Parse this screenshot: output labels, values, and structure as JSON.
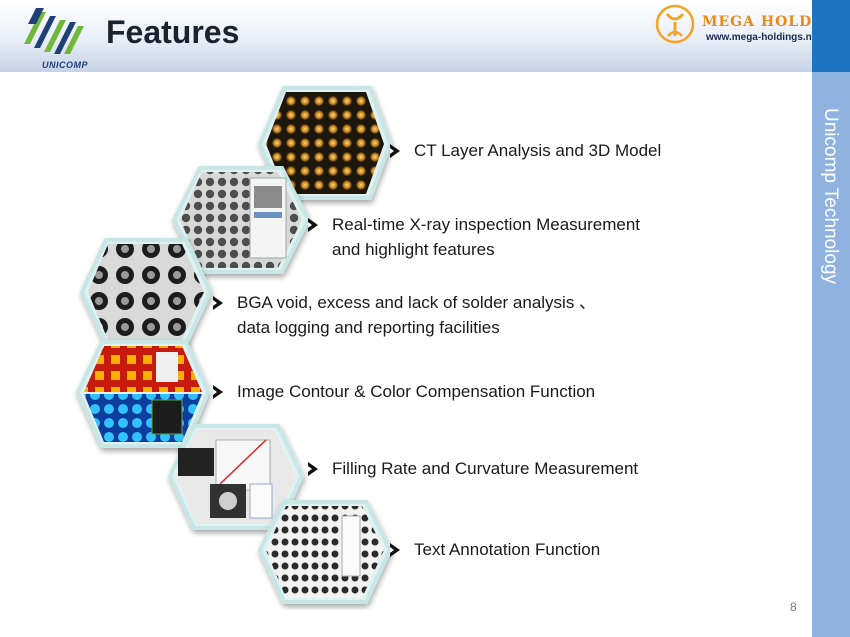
{
  "header": {
    "title": "Features",
    "logo_text": "UNICOMP",
    "brand_name": "MEGA HOLDINGS",
    "brand_url": "www.mega-holdings.net"
  },
  "sidebar": {
    "label": "Unicomp Technology"
  },
  "features": [
    {
      "lines": [
        "CT Layer Analysis and 3D Model"
      ]
    },
    {
      "lines": [
        "Real-time X-ray inspection Measurement",
        "and  highlight  features"
      ]
    },
    {
      "lines": [
        "BGA void, excess and lack of solder analysis 、",
        "data logging and reporting facilities"
      ]
    },
    {
      "lines": [
        "Image Contour &  Color Compensation Function"
      ]
    },
    {
      "lines": [
        "Filling Rate and Curvature Measurement"
      ]
    },
    {
      "lines": [
        "Text Annotation Function"
      ]
    }
  ],
  "footer": {
    "page_number": "8"
  },
  "colors": {
    "header_blue": "#1f74c2",
    "side_band": "#8fb2e0",
    "brand_orange": "#e88a1a",
    "logo_green": "#6fb83a"
  }
}
